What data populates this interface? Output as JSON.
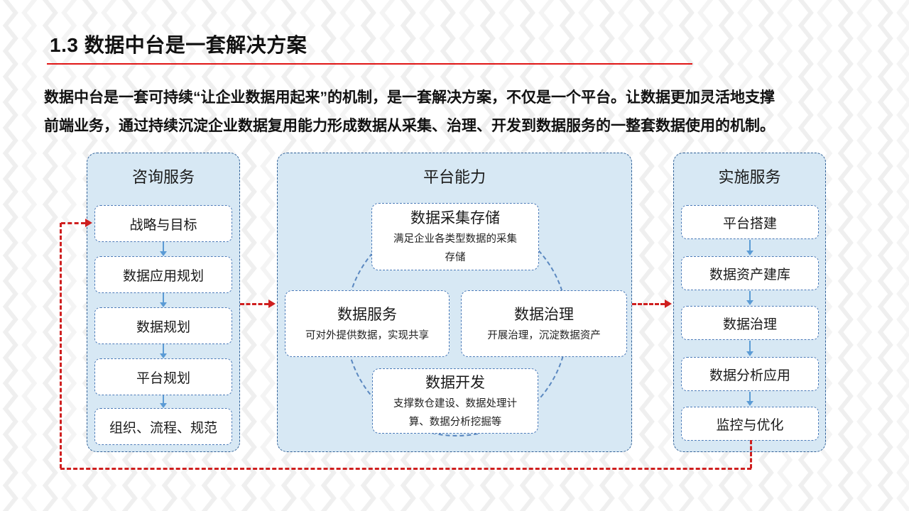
{
  "slide": {
    "title": "1.3 数据中台是一套解决方案",
    "body_line1": "数据中台是一套可持续“让企业数据用起来”的机制，是一套解决方案，不仅是一个平台。让数据更加灵活地支撑",
    "body_line2": "前端业务，通过持续沉淀企业数据复用能力形成数据从采集、治理、开发到数据服务的一整套数据使用的机制。"
  },
  "panels": {
    "consulting": {
      "title": "咨询服务",
      "items": [
        "战略与目标",
        "数据应用规划",
        "数据规划",
        "平台规划",
        "组织、流程、规范"
      ]
    },
    "platform": {
      "title": "平台能力",
      "capabilities": [
        {
          "title": "数据采集存储",
          "desc": "满足企业各类型数据的采集存储"
        },
        {
          "title": "数据服务",
          "desc": "可对外提供数据，实现共享"
        },
        {
          "title": "数据治理",
          "desc": "开展治理，沉淀数据资产"
        },
        {
          "title": "数据开发",
          "desc": "支撑数仓建设、数据处理计算、数据分析挖掘等"
        }
      ]
    },
    "implementation": {
      "title": "实施服务",
      "items": [
        "平台搭建",
        "数据资产建库",
        "数据治理",
        "数据分析应用",
        "监控与优化"
      ]
    }
  },
  "colors": {
    "accent_red": "#cf1f1f",
    "underline_red": "#e01616",
    "panel_fill": "#d7e8f4",
    "panel_border": "#2f5f96",
    "box_border": "#4a7ab8",
    "arrow_blue": "#5b9bd5",
    "text_dark": "#1a1a1a"
  }
}
